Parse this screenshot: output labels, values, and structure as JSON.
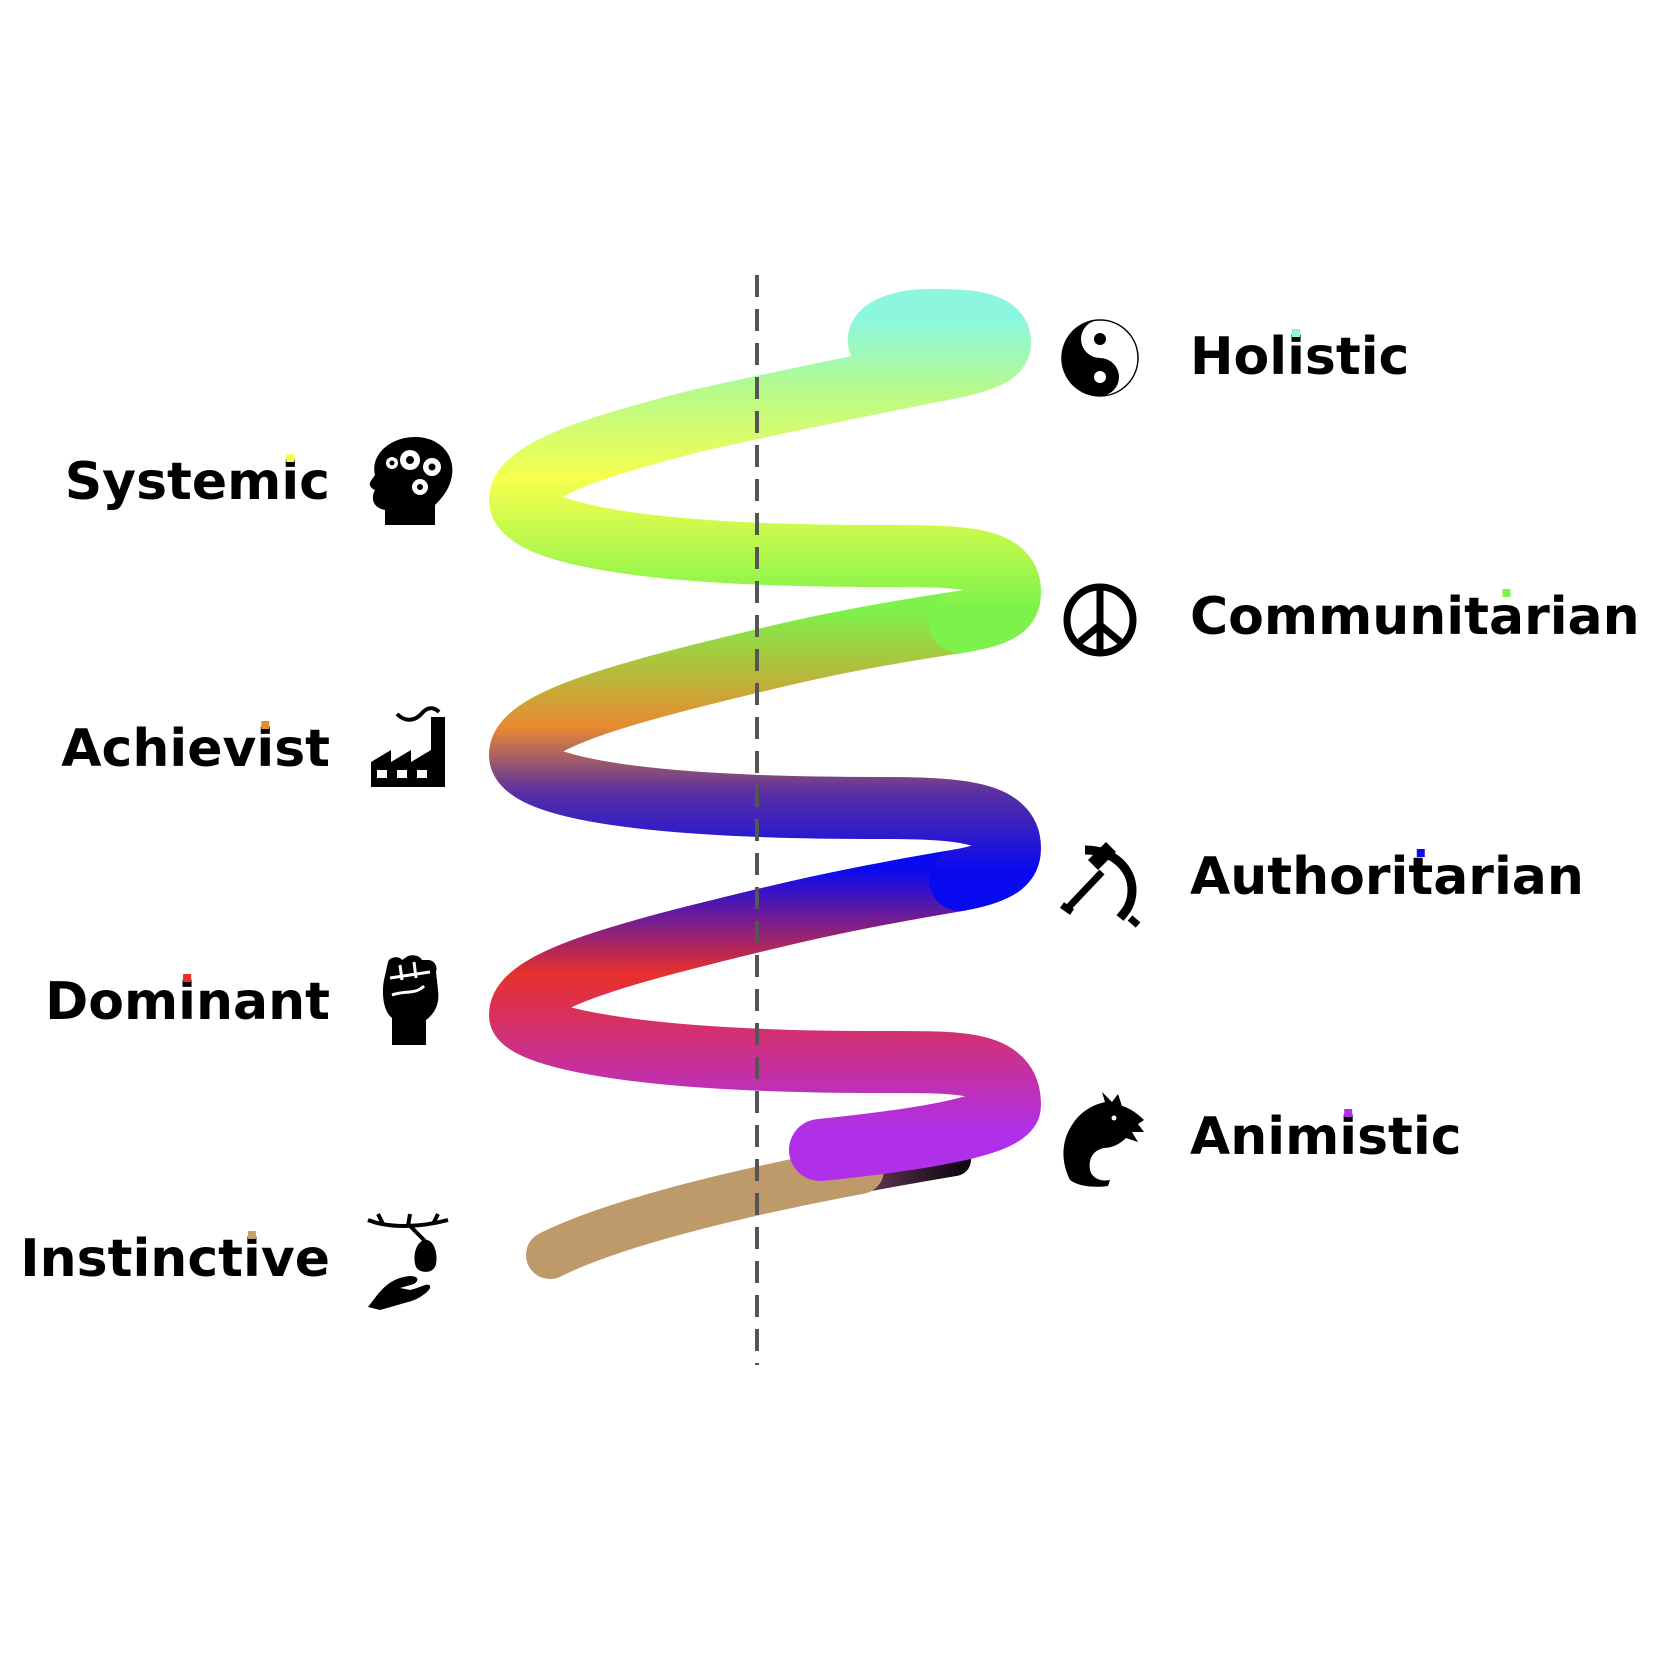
{
  "stages": [
    {
      "id": "instinctive",
      "name": "Instinctive",
      "dot_index": 8,
      "color": "#C2A06E",
      "icon": "hand-fruit-icon",
      "side": "left"
    },
    {
      "id": "animistic",
      "name": "Animistic",
      "dot_index": 4,
      "color": "#B02FE8",
      "icon": "dragon-icon",
      "side": "right"
    },
    {
      "id": "dominant",
      "name": "Dominant",
      "dot_index": 3,
      "color": "#E8302A",
      "icon": "raised-fist-icon",
      "side": "left"
    },
    {
      "id": "authoritarian",
      "name": "Authoritarian",
      "dot_index": 7,
      "color": "#0A0AF0",
      "icon": "hammer-sickle-icon",
      "side": "right"
    },
    {
      "id": "achievist",
      "name": "Achievist",
      "dot_index": 6,
      "color": "#E88A30",
      "icon": "factory-icon",
      "side": "left"
    },
    {
      "id": "communitarian",
      "name": "Communitarian",
      "dot_index": 8,
      "color": "#7CF24A",
      "icon": "peace-sign-icon",
      "side": "right"
    },
    {
      "id": "systemic",
      "name": "Systemic",
      "dot_index": 6,
      "color": "#F6FF4E",
      "icon": "head-gears-icon",
      "side": "left"
    },
    {
      "id": "holistic",
      "name": "Holistic",
      "dot_index": 3,
      "color": "#8CF7DE",
      "icon": "yin-yang-icon",
      "side": "right"
    }
  ]
}
